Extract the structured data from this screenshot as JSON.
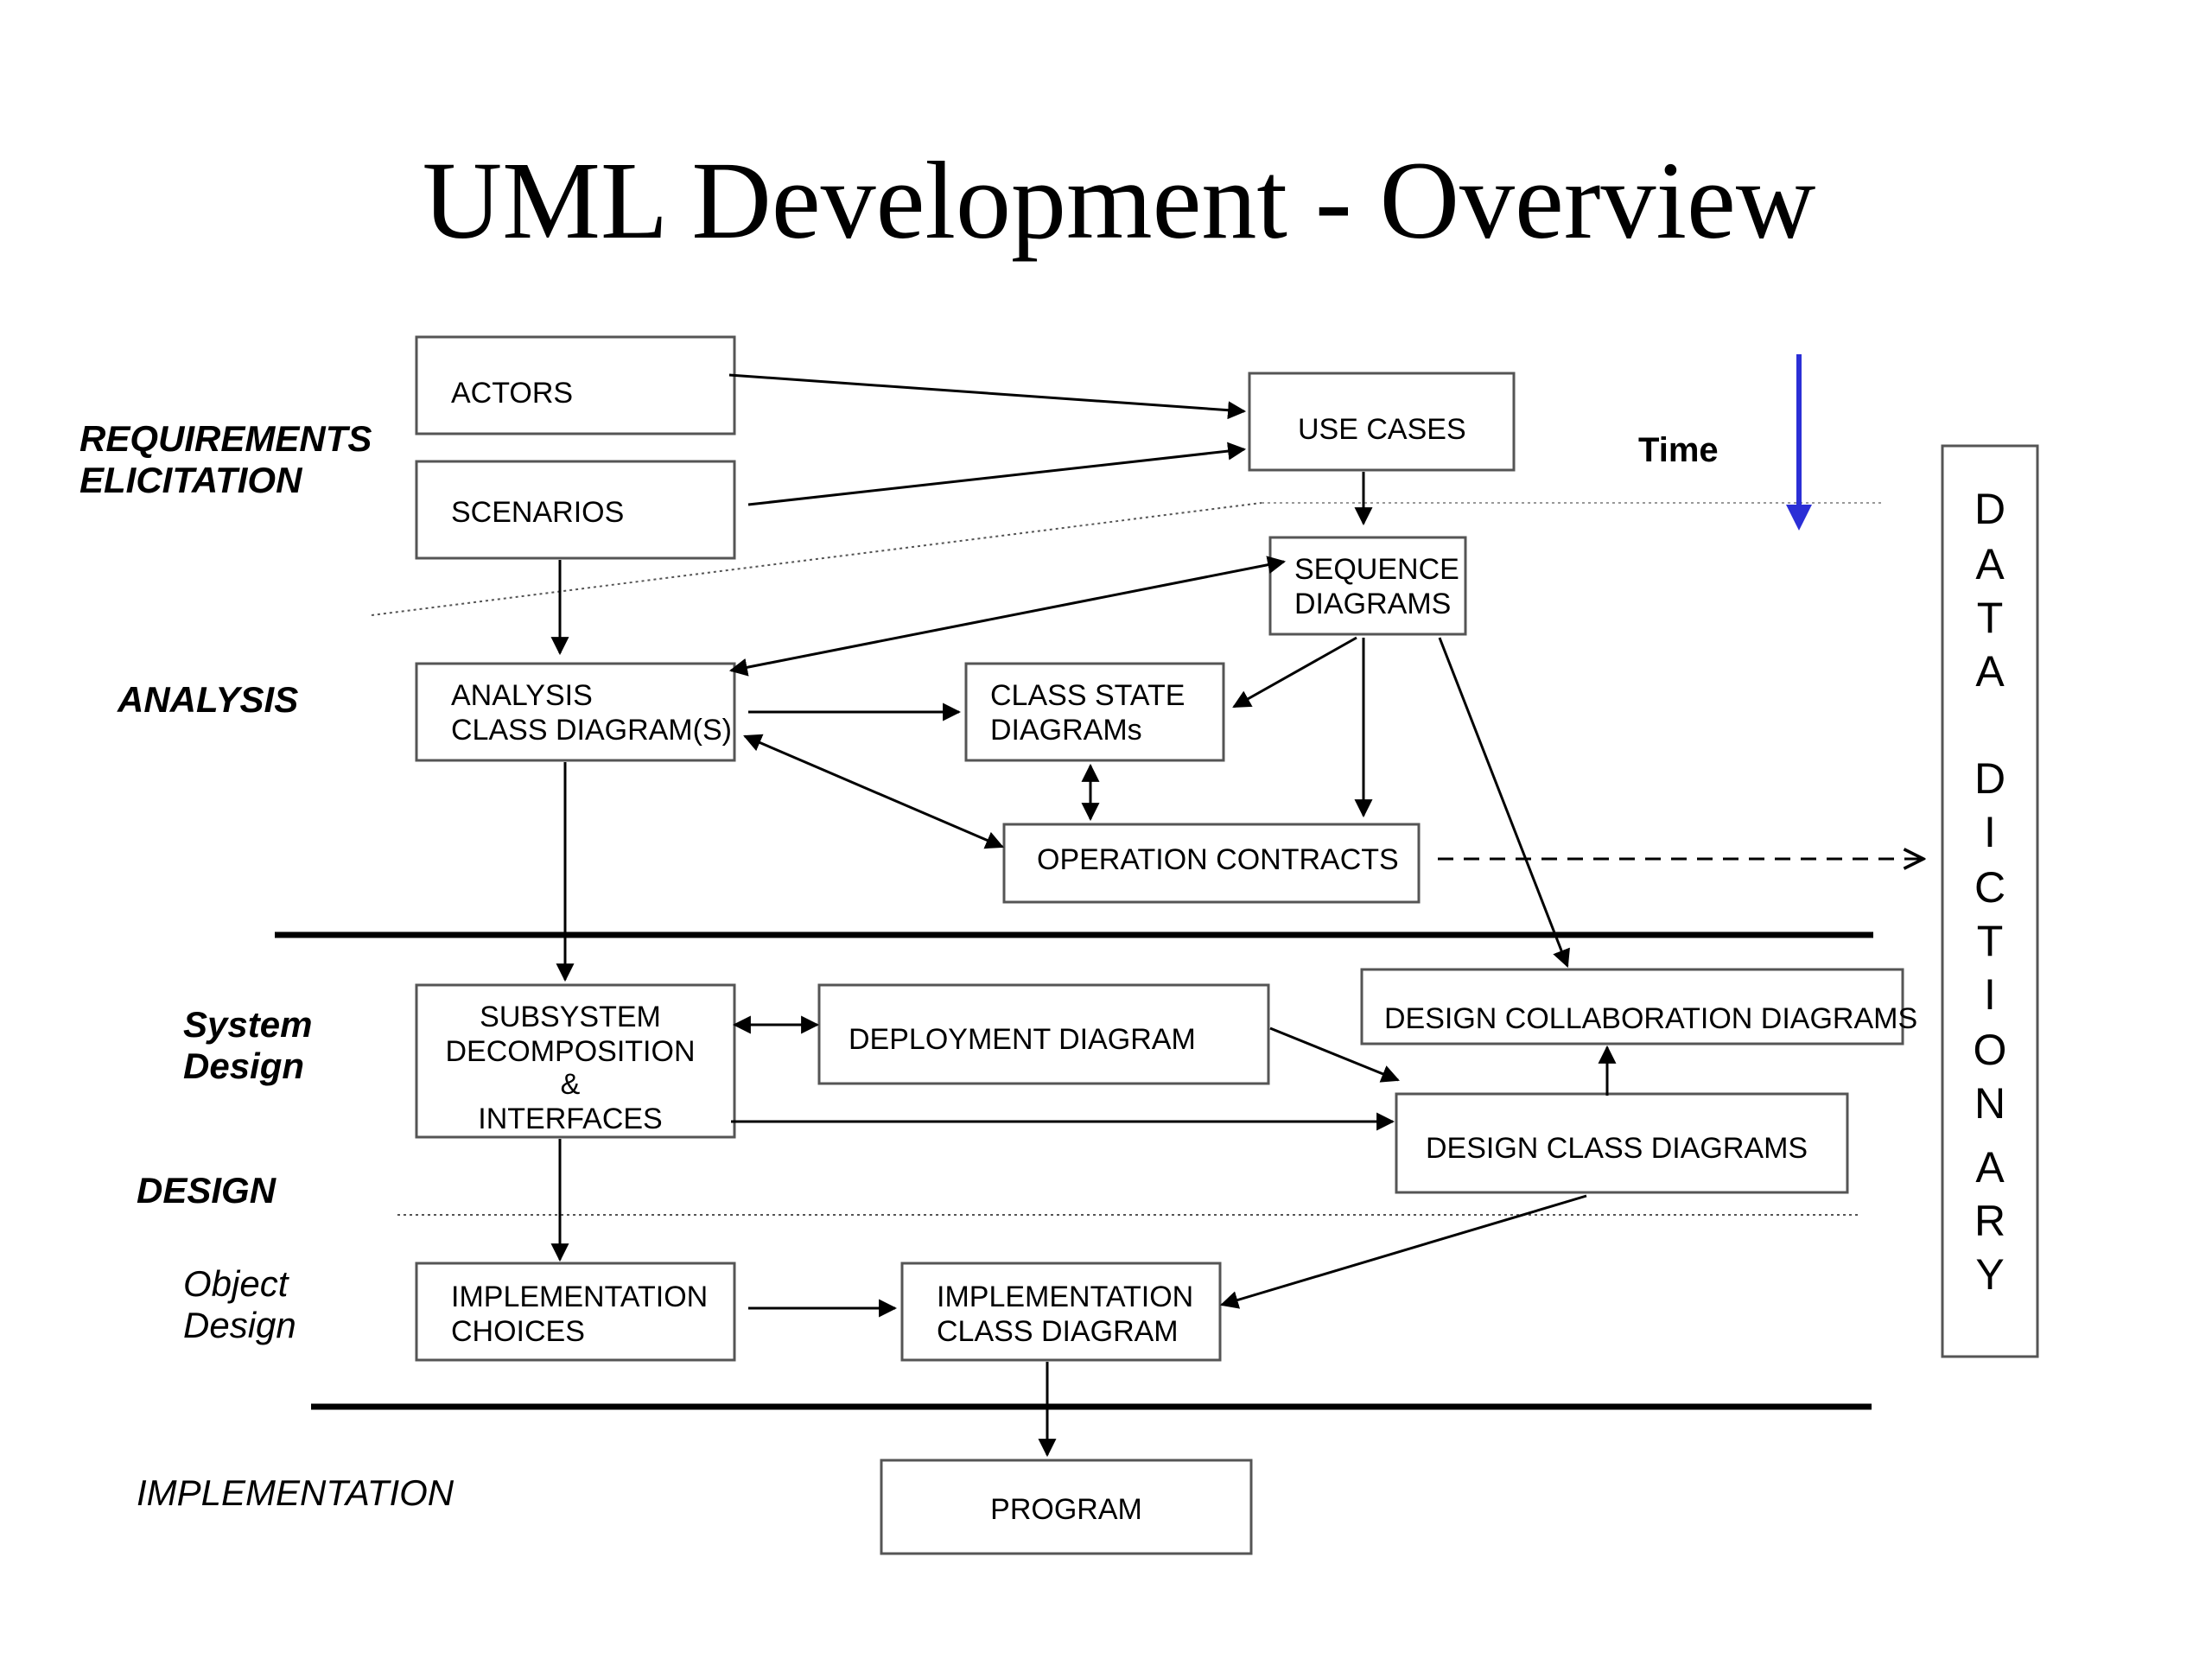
{
  "title": "UML Development - Overview",
  "phases": {
    "requirements_line1": "REQUIREMENTS",
    "requirements_line2": "ELICITATION",
    "analysis": "ANALYSIS",
    "system_design_line1": "System",
    "system_design_line2": "Design",
    "design": "DESIGN",
    "object_design_line1": "Object",
    "object_design_line2": "Design",
    "implementation": "IMPLEMENTATION"
  },
  "boxes": {
    "actors": "ACTORS",
    "scenarios": "SCENARIOS",
    "use_cases": "USE CASES",
    "sequence_diagrams_line1": "SEQUENCE",
    "sequence_diagrams_line2": "DIAGRAMS",
    "analysis_class_line1": "ANALYSIS",
    "analysis_class_line2": "CLASS DIAGRAM(S)",
    "class_state_line1": "CLASS STATE",
    "class_state_line2": "DIAGRAMs",
    "operation_contracts": "OPERATION CONTRACTS",
    "subsystem_line1": "SUBSYSTEM",
    "subsystem_line2": "DECOMPOSITION",
    "subsystem_line3": "&",
    "subsystem_line4": "INTERFACES",
    "deployment_diagram": "DEPLOYMENT DIAGRAM",
    "design_collaboration": "DESIGN COLLABORATION DIAGRAMS",
    "design_class": "DESIGN CLASS DIAGRAMS",
    "implementation_choices_line1": "IMPLEMENTATION",
    "implementation_choices_line2": "CHOICES",
    "implementation_class_line1": "IMPLEMENTATION",
    "implementation_class_line2": "CLASS DIAGRAM",
    "program": "PROGRAM"
  },
  "time_label": "Time",
  "time_arrow_color": "#2b2fd6",
  "data_dictionary_letters": [
    "D",
    "A",
    "T",
    "A",
    "D",
    "I",
    "C",
    "T",
    "I",
    "O",
    "N",
    "A",
    "R",
    "Y"
  ]
}
